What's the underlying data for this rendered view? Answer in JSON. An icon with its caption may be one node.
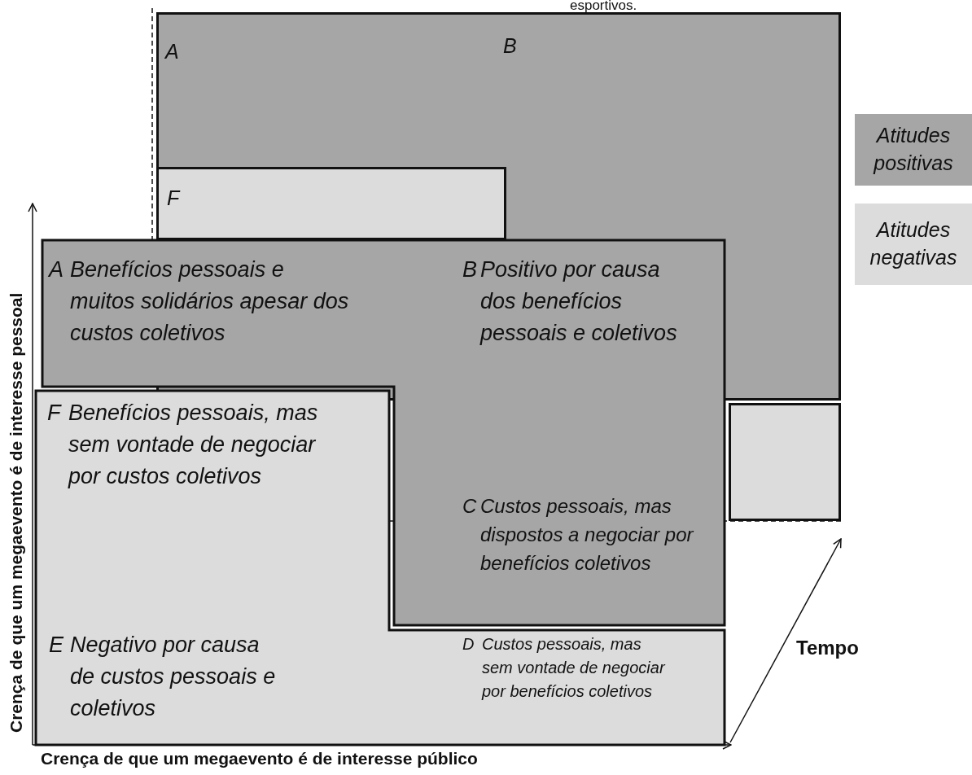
{
  "diagram": {
    "nodes": [
      {
        "text": [
          "A",
          "B"
        ]
      },
      {
        "text": [
          "F"
        ],
        "in": 0
      },
      {
        "text": [],
        "shape": "box"
      },
      {
        "text": [
          "A",
          "Benefícios pessoais e muitos solidários apesar dos custos coletivos",
          "B",
          "Positivo por causa dos benefícios pessoais e coletivos",
          "C",
          "Custos pessoais, mas dispostos a negociar por benefícios coletivos"
        ]
      },
      {
        "text": [
          "F",
          "Benefícios pessoais, mas sem vontade de negociar por custos coletivos",
          "E",
          "Negativo por causa de custos pessoais e coletivos",
          "D",
          "Custos pessoais, mas sem vontade de negociar por benefícios coletivos"
        ]
      }
    ],
    "labels": [
      "esportivos.",
      "Crença de que um megaevento é de interesse pessoal",
      "Crença de que um megaevento é de interesse público",
      "Tempo"
    ],
    "legend": [
      {
        "text": "Atitudes positivas",
        "color": "#a6a6a6"
      },
      {
        "text": "Atitudes negativas",
        "color": "#dcdcdc"
      }
    ]
  }
}
